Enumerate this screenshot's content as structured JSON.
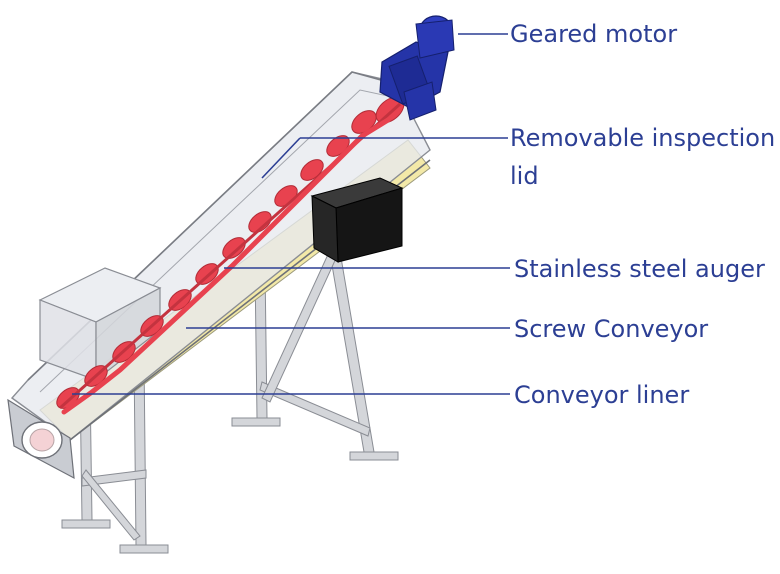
{
  "diagram": {
    "callouts": [
      {
        "id": "motor",
        "text": "Geared motor"
      },
      {
        "id": "lid",
        "lines": [
          "Removable inspection",
          "lid"
        ]
      },
      {
        "id": "auger",
        "text": "Stainless steel auger"
      },
      {
        "id": "conveyor",
        "text": "Screw Conveyor"
      },
      {
        "id": "liner",
        "text": "Conveyor liner"
      }
    ],
    "colors": {
      "label_blue": "#2c3f94",
      "auger_red": "#e8424f",
      "liner_yellow": "#f3e9a8",
      "steel_grey": "#c9ccd2",
      "motor_blue": "#2534a8",
      "control_box": "#151515"
    }
  }
}
